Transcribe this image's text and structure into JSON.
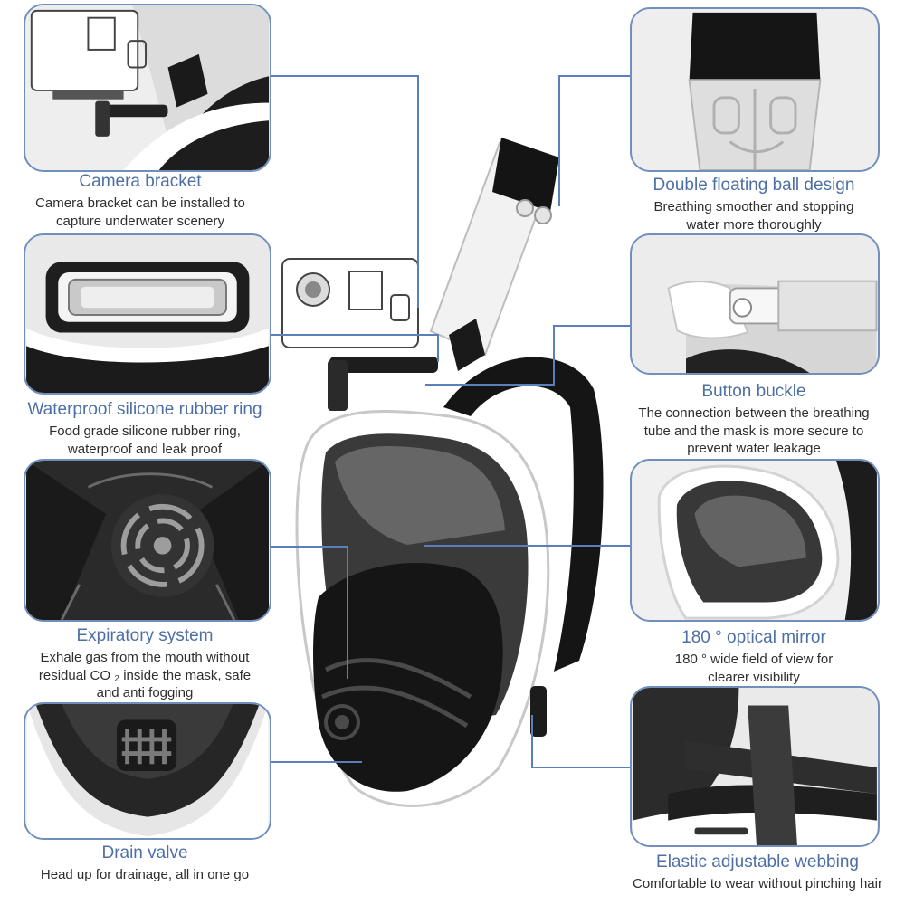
{
  "features": {
    "camera_bracket": {
      "title": "Camera bracket",
      "desc": [
        "Camera bracket can be installed to",
        "capture underwater scenery"
      ]
    },
    "silicone_ring": {
      "title": "Waterproof silicone rubber ring",
      "desc": [
        "Food grade silicone rubber ring,",
        "waterproof and leak proof"
      ]
    },
    "expiratory": {
      "title": "Expiratory system",
      "desc": [
        "Exhale gas from the mouth without",
        "residual CO ₂ inside the mask, safe",
        "and anti fogging"
      ]
    },
    "drain_valve": {
      "title": "Drain valve",
      "desc": [
        "Head up for drainage, all in one go"
      ]
    },
    "floating_ball": {
      "title": "Double floating ball design",
      "desc": [
        "Breathing smoother and stopping",
        "water more thoroughly"
      ]
    },
    "button_buckle": {
      "title": "Button buckle",
      "desc": [
        "The connection between the breathing",
        "tube and the mask is more secure to",
        "prevent water leakage"
      ]
    },
    "optical_mirror": {
      "title": "180 ° optical mirror",
      "desc": [
        "180 ° wide field of view for",
        "clearer visibility"
      ]
    },
    "webbing": {
      "title": "Elastic adjustable webbing",
      "desc": [
        "Comfortable to wear without pinching hair"
      ]
    }
  },
  "colors": {
    "accent": "#4d6fa6",
    "panel_border": "#6f8fbe",
    "leader_line": "#5b7fb8"
  }
}
